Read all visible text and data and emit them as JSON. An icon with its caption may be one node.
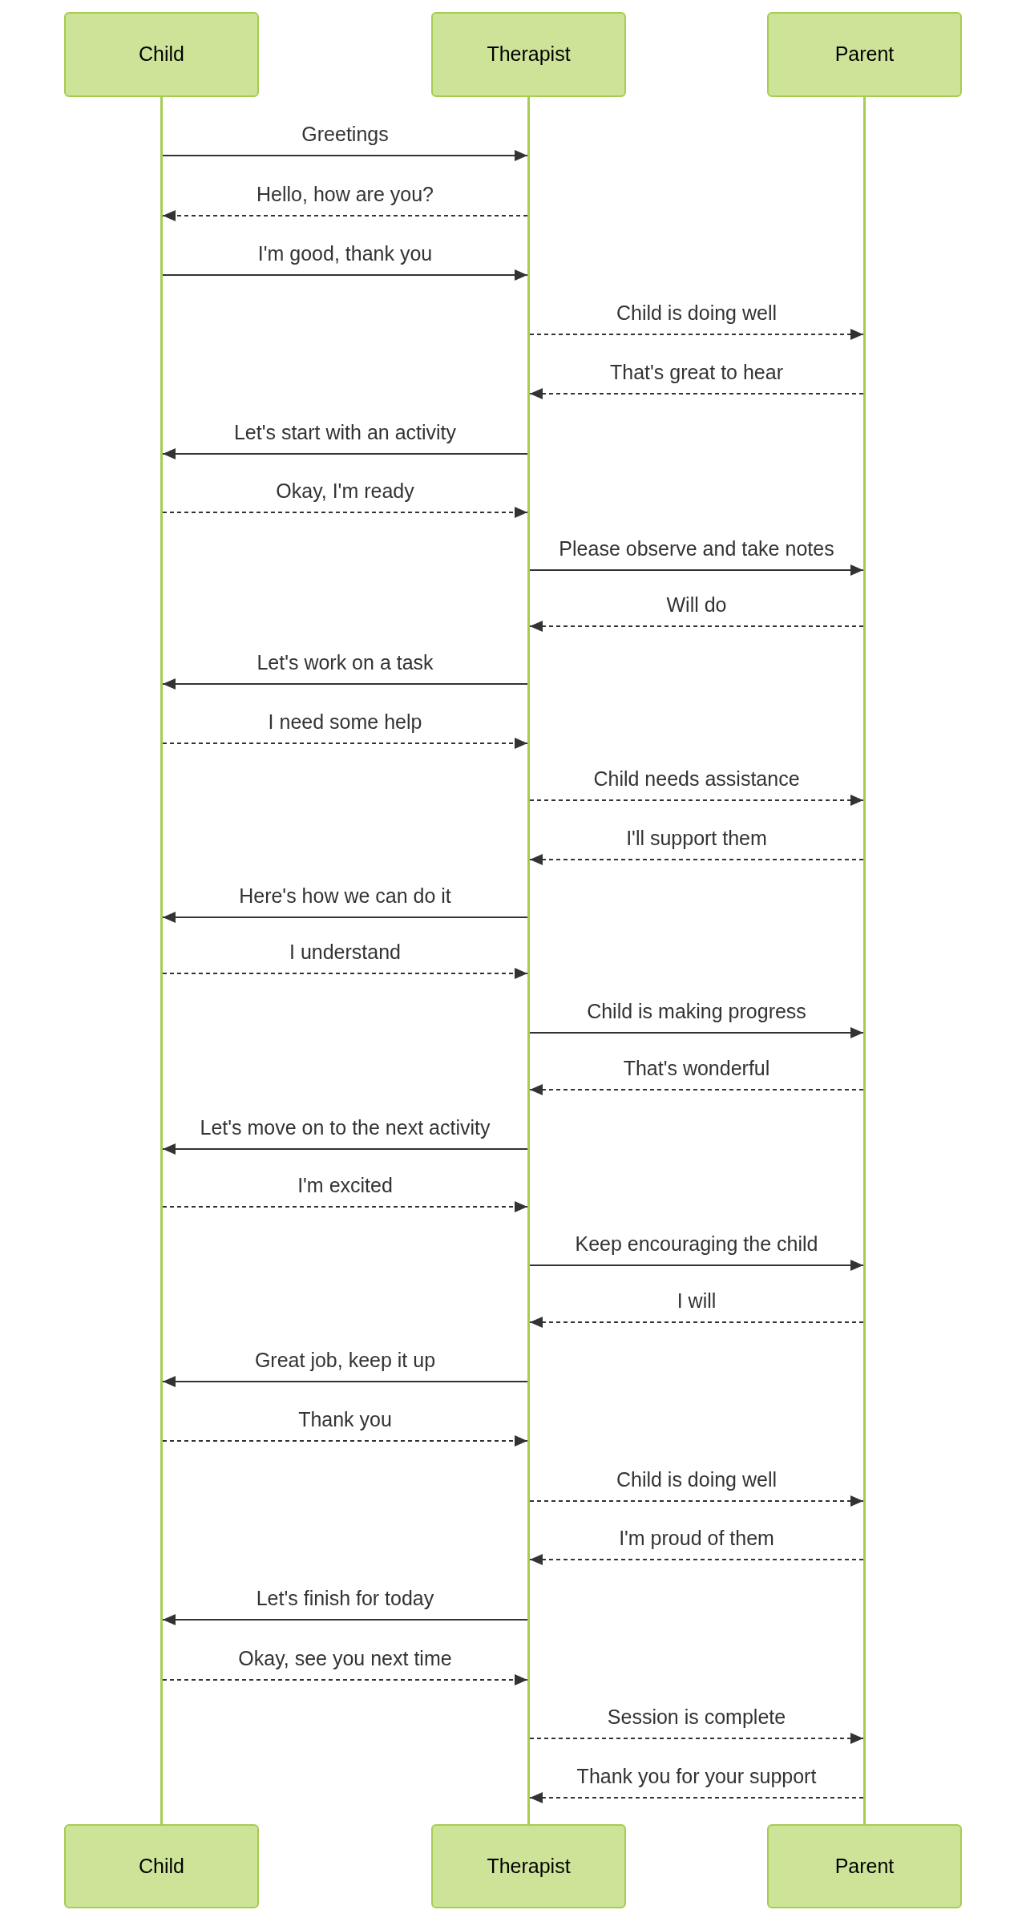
{
  "diagram": {
    "nodes": [
      {
        "text": [
          "Child"
        ]
      },
      {
        "text": [
          "Therapist"
        ]
      },
      {
        "text": [
          "Parent"
        ]
      },
      {
        "text": [],
        "shape": "line"
      },
      {
        "text": [],
        "shape": "line"
      },
      {
        "text": [],
        "shape": "line"
      },
      {
        "text": [
          "Child"
        ]
      },
      {
        "text": [
          "Therapist"
        ]
      },
      {
        "text": [
          "Parent"
        ]
      }
    ],
    "edges": [
      {
        "from": 3,
        "to": 4,
        "arrow": "to",
        "label": "Greetings"
      },
      {
        "from": 4,
        "to": 3,
        "arrow": "to",
        "label": "Hello, how are you?",
        "style": "dashed"
      },
      {
        "from": 3,
        "to": 4,
        "arrow": "to",
        "label": "I'm good, thank you"
      },
      {
        "from": 4,
        "to": 5,
        "arrow": "to",
        "label": "Child is doing well",
        "style": "dashed"
      },
      {
        "from": 5,
        "to": 4,
        "arrow": "to",
        "label": "That's great to hear",
        "style": "dashed"
      },
      {
        "from": 4,
        "to": 3,
        "arrow": "to",
        "label": "Let's start with an activity"
      },
      {
        "from": 3,
        "to": 4,
        "arrow": "to",
        "label": "Okay, I'm ready",
        "style": "dashed"
      },
      {
        "from": 4,
        "to": 5,
        "arrow": "to",
        "label": "Please observe and take notes"
      },
      {
        "from": 5,
        "to": 4,
        "arrow": "to",
        "label": "Will do",
        "style": "dashed"
      },
      {
        "from": 4,
        "to": 3,
        "arrow": "to",
        "label": "Let's work on a task"
      },
      {
        "from": 3,
        "to": 4,
        "arrow": "to",
        "label": "I need some help",
        "style": "dashed"
      },
      {
        "from": 4,
        "to": 5,
        "arrow": "to",
        "label": "Child needs assistance",
        "style": "dashed"
      },
      {
        "from": 5,
        "to": 4,
        "arrow": "to",
        "label": "I'll support them",
        "style": "dashed"
      },
      {
        "from": 4,
        "to": 3,
        "arrow": "to",
        "label": "Here's how we can do it"
      },
      {
        "from": 3,
        "to": 4,
        "arrow": "to",
        "label": "I understand",
        "style": "dashed"
      },
      {
        "from": 4,
        "to": 5,
        "arrow": "to",
        "label": "Child is making progress"
      },
      {
        "from": 5,
        "to": 4,
        "arrow": "to",
        "label": "That's wonderful",
        "style": "dashed"
      },
      {
        "from": 4,
        "to": 3,
        "arrow": "to",
        "label": "Let's move on to the next activity"
      },
      {
        "from": 3,
        "to": 4,
        "arrow": "to",
        "label": "I'm excited",
        "style": "dashed"
      },
      {
        "from": 4,
        "to": 5,
        "arrow": "to",
        "label": "Keep encouraging the child"
      },
      {
        "from": 5,
        "to": 4,
        "arrow": "to",
        "label": "I will",
        "style": "dashed"
      },
      {
        "from": 4,
        "to": 3,
        "arrow": "to",
        "label": "Great job, keep it up"
      },
      {
        "from": 3,
        "to": 4,
        "arrow": "to",
        "label": "Thank you",
        "style": "dashed"
      },
      {
        "from": 4,
        "to": 5,
        "arrow": "to",
        "label": "Child is doing well",
        "style": "dashed"
      },
      {
        "from": 5,
        "to": 4,
        "arrow": "to",
        "label": "I'm proud of them",
        "style": "dashed"
      },
      {
        "from": 4,
        "to": 3,
        "arrow": "to",
        "label": "Let's finish for today"
      },
      {
        "from": 3,
        "to": 4,
        "arrow": "to",
        "label": "Okay, see you next time",
        "style": "dashed"
      },
      {
        "from": 4,
        "to": 5,
        "arrow": "to",
        "label": "Session is complete",
        "style": "dashed"
      },
      {
        "from": 5,
        "to": 4,
        "arrow": "to",
        "label": "Thank you for your support",
        "style": "dashed"
      }
    ]
  }
}
